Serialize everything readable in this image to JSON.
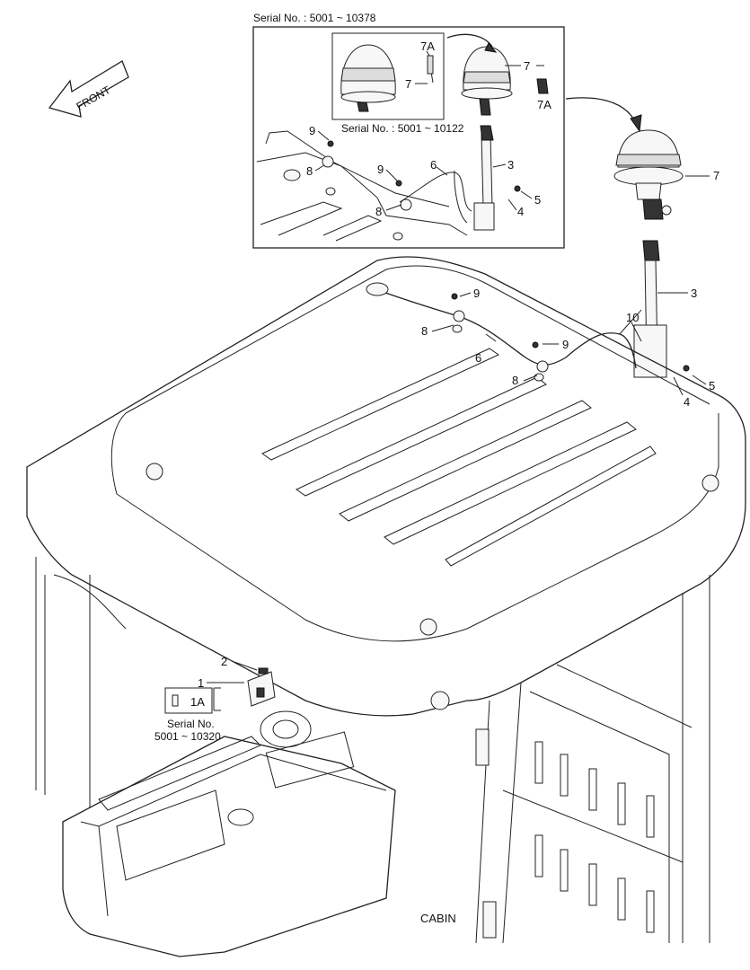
{
  "inset": {
    "serial_top": "Serial No. : 5001 ~ 10378",
    "serial_inner": "Serial No. : 5001 ~ 10122"
  },
  "front_label": "FRONT",
  "switch_note": {
    "title": "Serial No.",
    "range": "5001 ~ 10320",
    "part": "1A"
  },
  "diagram_label": "CABIN",
  "callouts": [
    {
      "id": "inset-7a-left",
      "text": "7A"
    },
    {
      "id": "inset-7-left",
      "text": "7"
    },
    {
      "id": "inset-7-right",
      "text": "7"
    },
    {
      "id": "inset-7a-right",
      "text": "7A"
    },
    {
      "id": "inset-9-a",
      "text": "9"
    },
    {
      "id": "inset-8-a",
      "text": "8"
    },
    {
      "id": "inset-9-b",
      "text": "9"
    },
    {
      "id": "inset-6",
      "text": "6"
    },
    {
      "id": "inset-3",
      "text": "3"
    },
    {
      "id": "inset-8-b",
      "text": "8"
    },
    {
      "id": "inset-5",
      "text": "5"
    },
    {
      "id": "inset-4",
      "text": "4"
    },
    {
      "id": "main-7",
      "text": "7"
    },
    {
      "id": "main-3",
      "text": "3"
    },
    {
      "id": "main-9-a",
      "text": "9"
    },
    {
      "id": "main-8-a",
      "text": "8"
    },
    {
      "id": "main-10",
      "text": "10"
    },
    {
      "id": "main-6",
      "text": "6"
    },
    {
      "id": "main-9-b",
      "text": "9"
    },
    {
      "id": "main-8-b",
      "text": "8"
    },
    {
      "id": "main-5",
      "text": "5"
    },
    {
      "id": "main-4",
      "text": "4"
    },
    {
      "id": "main-2",
      "text": "2"
    },
    {
      "id": "main-1",
      "text": "1"
    }
  ]
}
